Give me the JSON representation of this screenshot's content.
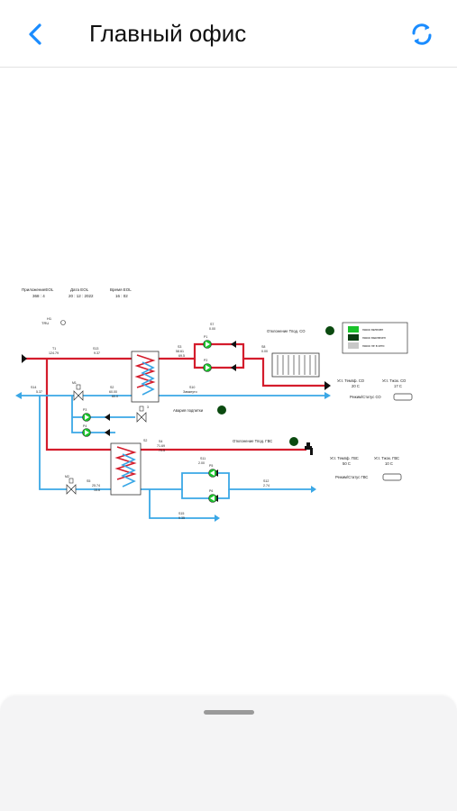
{
  "header": {
    "title": "Главный офис",
    "back_icon": "chevron-left-icon",
    "refresh_icon": "refresh-icon",
    "accent_color": "#1a8cff"
  },
  "scheme": {
    "info": {
      "app_label": "ПриложениеEOL",
      "app_value": "368 : 4",
      "date_label": "Дата  EOL",
      "date_value": "20 : 12 : 2022",
      "time_label": "Время  EOL",
      "time_value": "16 : 02",
      "small_label": "H1",
      "small_label2": "TRU"
    },
    "sensors": {
      "t1": "T1",
      "t1_val": "124.79",
      "t13": "S13",
      "t13_val": "9.37",
      "t14": "S14",
      "t14_val": "5.37",
      "t2": "S2",
      "t2_val": "60.00",
      "t2_sub": "60.0",
      "t3": "S3",
      "t3_val": "58.61",
      "t3_sub": "69.5",
      "t4": "S4",
      "t4_val": "71.69",
      "t4_sub": "70.5",
      "t5": "S5",
      "t5_val": "25.74",
      "t5_sub": "15.6",
      "t7": "S7",
      "t7_val": "0.00",
      "t8": "S8",
      "t8_val": "0.00",
      "t10": "S10",
      "t10_val": "Замкнуто",
      "t11": "S11",
      "t11_val": "2.00",
      "t12": "S12",
      "t12_val": "2.74",
      "t15": "S15",
      "t15_val": "9.35",
      "c2": "S2"
    },
    "pumps": {
      "p1": "P1",
      "p2": "P2",
      "p3": "P3",
      "p4": "P4",
      "p5": "P5",
      "p6": "P6"
    },
    "valves": {
      "v1": "M1",
      "v2": "M2",
      "v3": "3"
    },
    "heating": {
      "deviation_label": "Отклонение Тпод. СО",
      "set_label": "Уст. Темпф. СО",
      "set_value": "20 C",
      "fact_label": "Уст. Тжок. СО",
      "fact_value": "17 C",
      "mode_label": "Режим/Статус СО"
    },
    "hotwater": {
      "deviation_label": "Отклонение Тпод. ГВС",
      "set_label": "Уст. Темпф. ГВС",
      "set_value": "50 C",
      "fact_label": "Уст. Тжок. ГВС",
      "fact_value": "10 C",
      "mode_label": "Режим/Статус ГВС"
    },
    "alarm_label": "Авария подпитки",
    "legend": {
      "item1": "насос включен",
      "item2": "насос выключен",
      "item3": "насос не в сети",
      "colors": [
        "#19c22a",
        "#0a3d12",
        "#c8c8c8"
      ]
    },
    "colors": {
      "supply": "#d41c2c",
      "return": "#3aa7e6",
      "indicator": "#0b4a10",
      "pump": "#19c22a"
    }
  },
  "sheet": {
    "grabber_icon": "drag-handle-icon"
  }
}
